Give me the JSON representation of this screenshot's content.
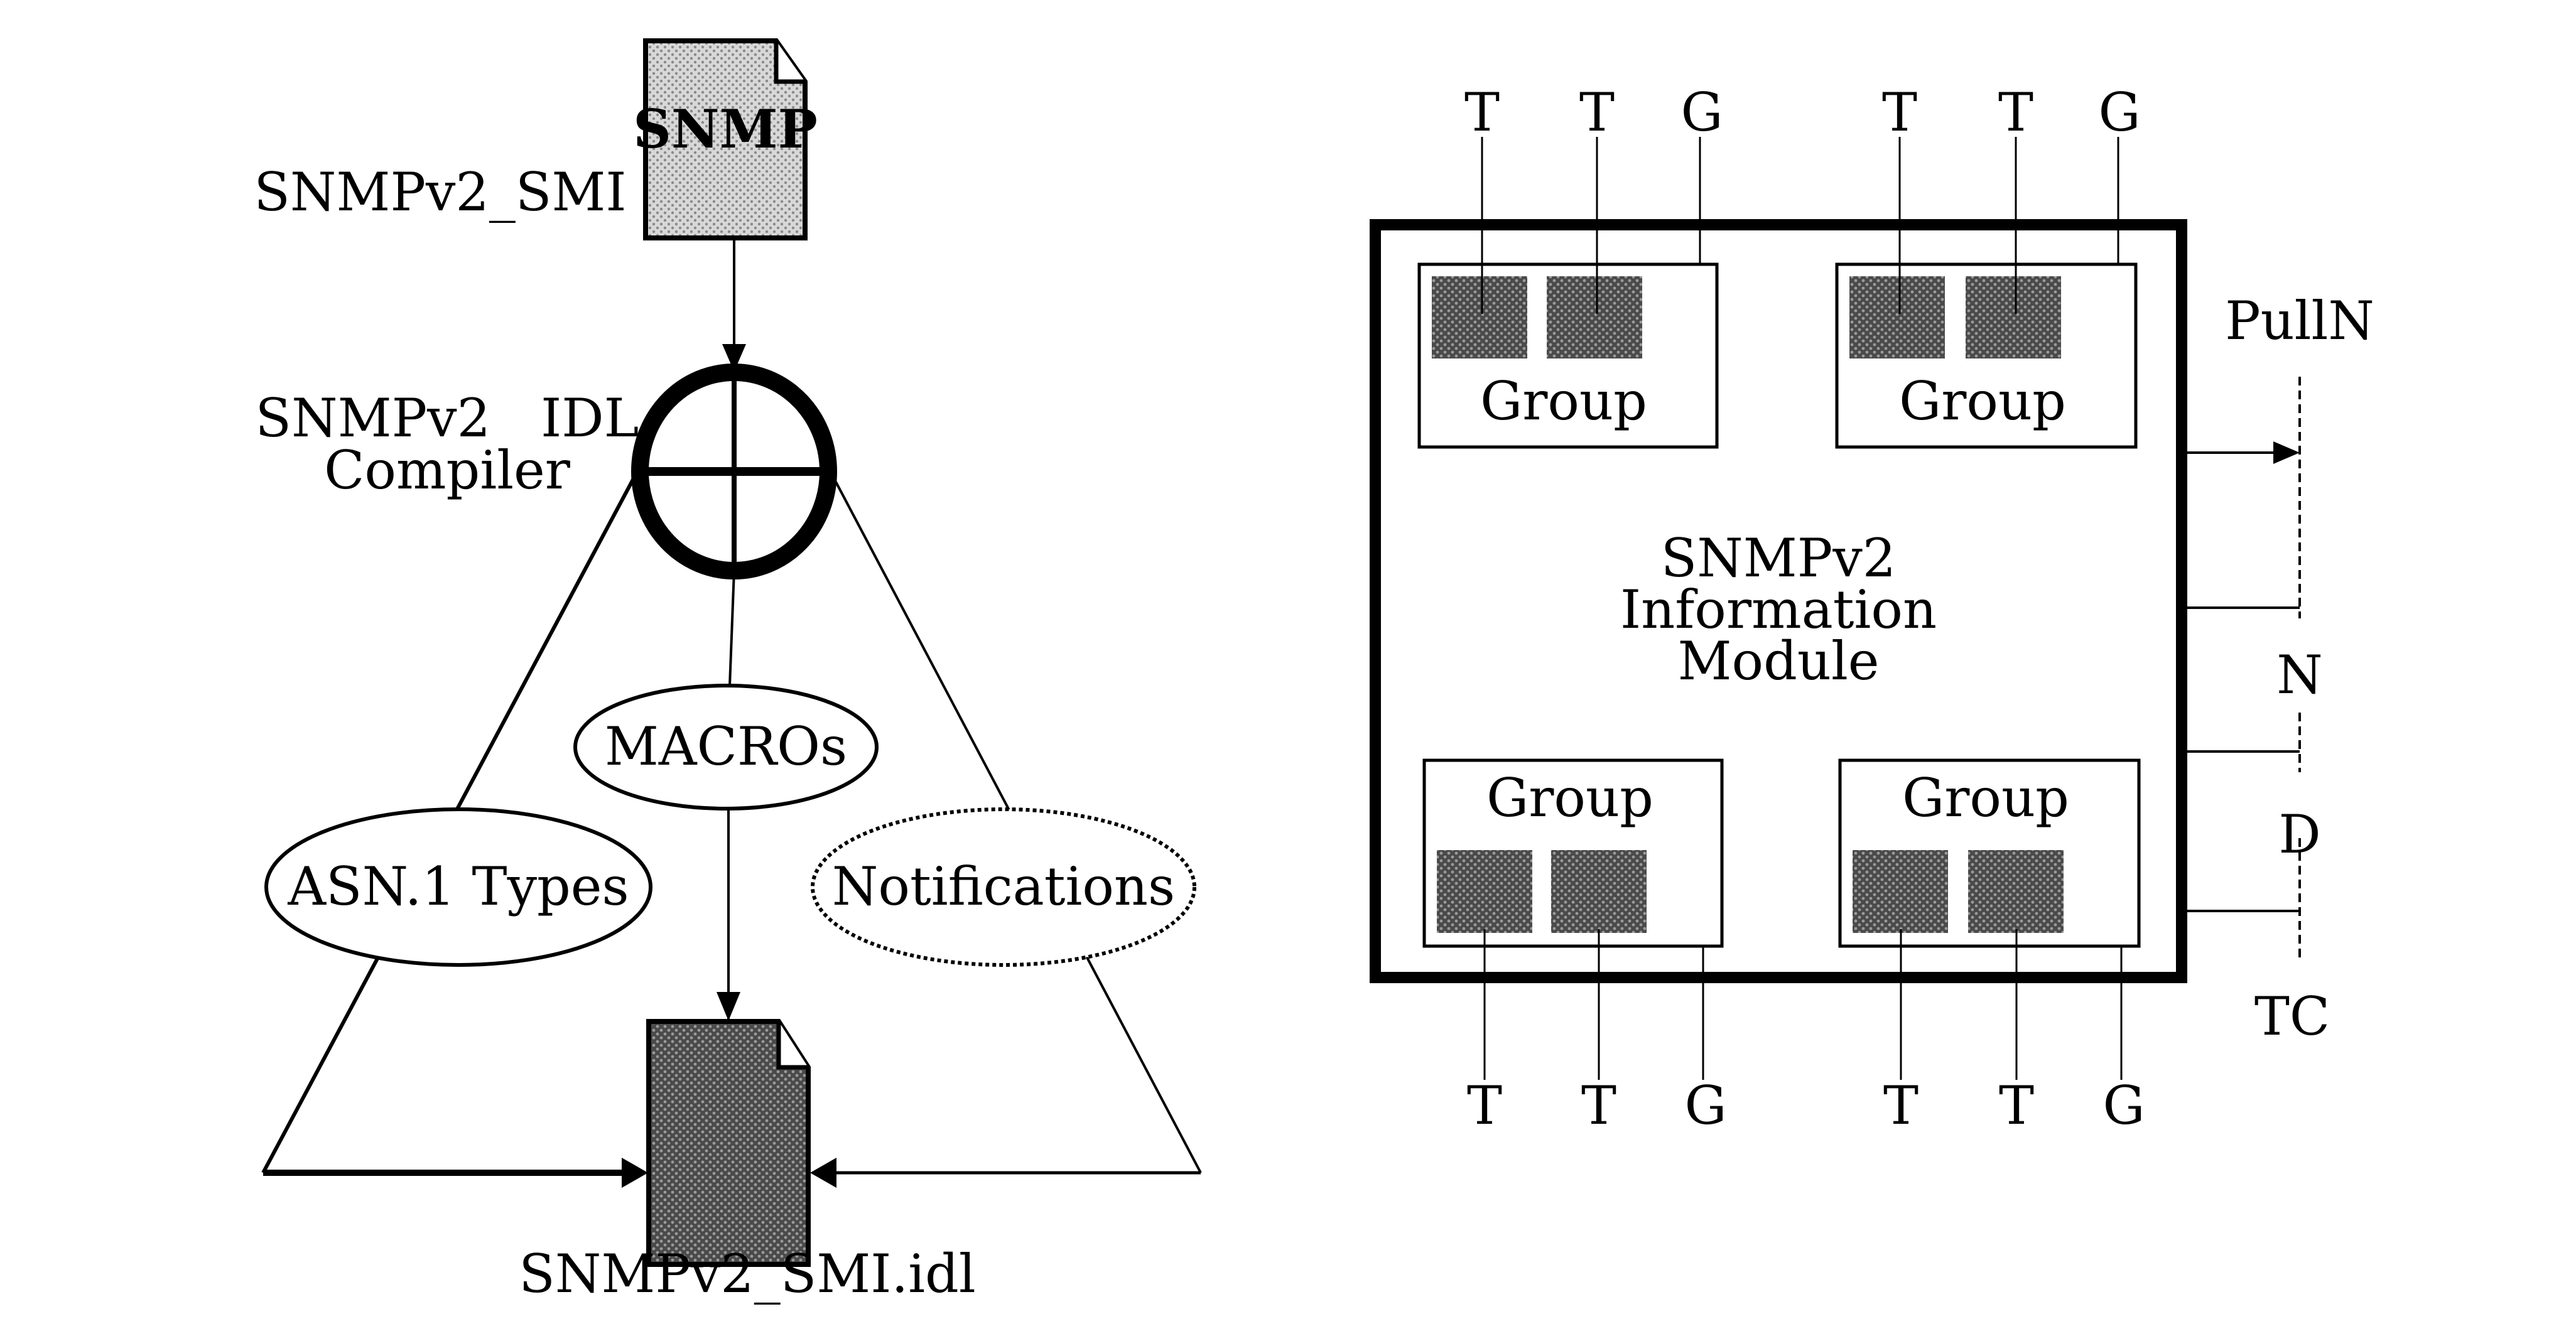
{
  "left_diagram": {
    "source_file_label": "SNMPv2_SMI",
    "source_file_text": "SNMP",
    "compiler_label_line1": "SNMPv2   IDL",
    "compiler_label_line2": "Compiler",
    "macros_label": "MACROs",
    "asn_types_label": "ASN.1 Types",
    "notifications_label": "Notifications",
    "output_file_label": "SNMPv2_SMI.idl"
  },
  "right_diagram": {
    "module_label_line1": "SNMPv2",
    "module_label_line2": "Information",
    "module_label_line3": "Module",
    "groups": [
      {
        "label": "Group",
        "pins": [
          "T",
          "T",
          "G"
        ]
      },
      {
        "label": "Group",
        "pins": [
          "T",
          "T",
          "G"
        ]
      },
      {
        "label": "Group",
        "pins": [
          "T",
          "T",
          "G"
        ]
      },
      {
        "label": "Group",
        "pins": [
          "T",
          "T",
          "G"
        ]
      }
    ],
    "side_labels": [
      "PullN",
      "N",
      "D",
      "TC"
    ]
  }
}
